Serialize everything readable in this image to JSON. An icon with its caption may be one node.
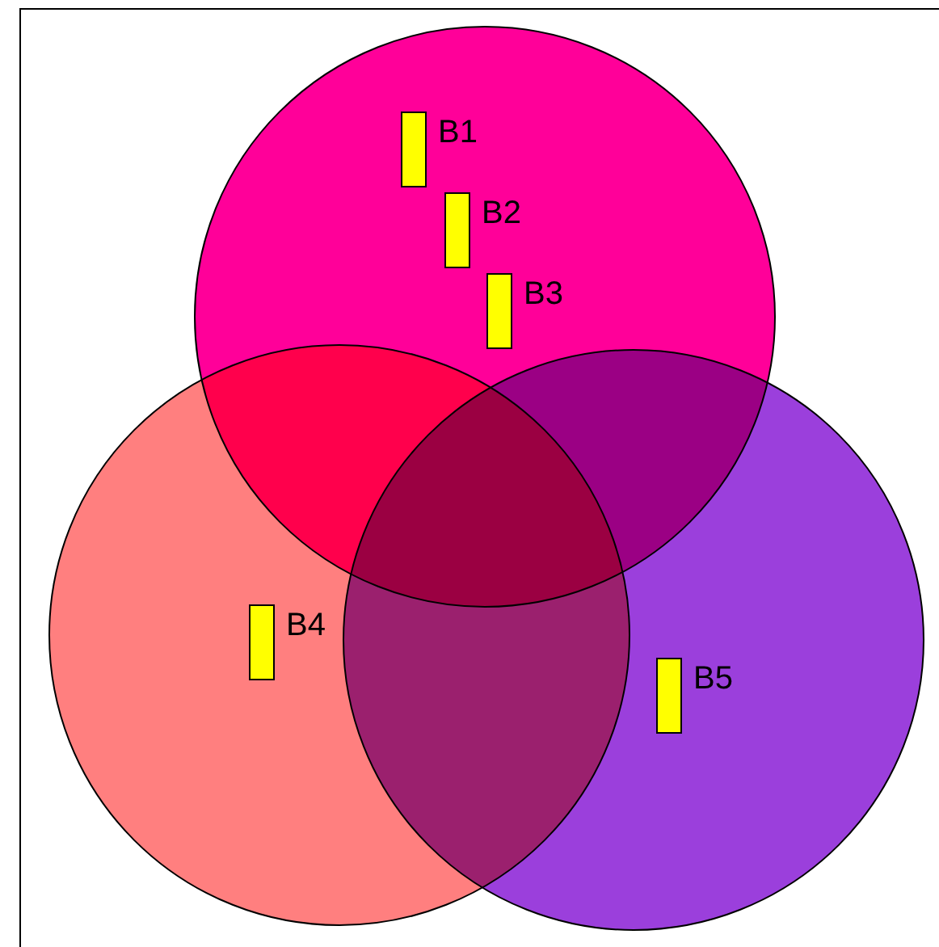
{
  "diagram": {
    "nodes": [
      {
        "text": [],
        "shape": "circle"
      },
      {
        "text": [],
        "shape": "circle"
      },
      {
        "text": [],
        "shape": "circle"
      },
      {
        "text": [
          "B1"
        ],
        "in": 0
      },
      {
        "text": [
          "B2"
        ],
        "in": 0
      },
      {
        "text": [
          "B3"
        ],
        "in": 0
      },
      {
        "text": [
          "B4"
        ],
        "in": 1
      },
      {
        "text": [
          "B5"
        ],
        "in": 2
      }
    ]
  }
}
